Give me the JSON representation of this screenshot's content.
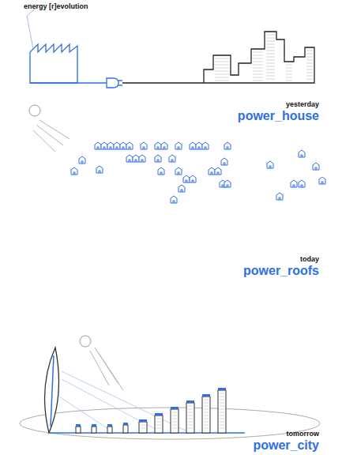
{
  "diagram": {
    "title": "energy [r]evolution",
    "labels": [
      "yesterday",
      "power_house",
      "today",
      "power_roofs",
      "tomorrow",
      "power_city"
    ]
  }
}
